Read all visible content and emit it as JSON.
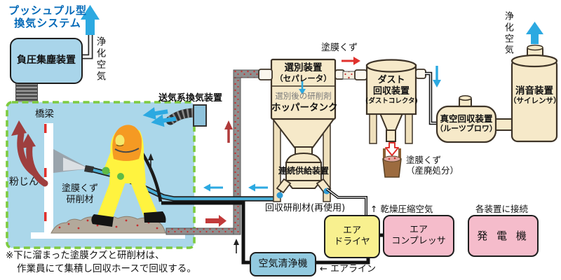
{
  "title": {
    "line1": "プッシュプル型",
    "line2": "換気システム"
  },
  "colors": {
    "accent_blue": "#0068B7",
    "work_area_fill": "#ABD7EA",
    "dash_green": "#7ECB3F",
    "cyan_arrow": "#2CA9E1",
    "equipment_beige": "#F6E9C9",
    "pink_box": "#F5BCCB",
    "yellow_box": "#F8F08F",
    "purifier_blue": "#92CAE0",
    "dark_red_arrow": "#9E3E3E",
    "red": "#E0312D",
    "suit_yellow": "#FFF33F",
    "hood_orange": "#F59A23"
  },
  "left_system": {
    "neg_pressure_collector": "負圧集塵装置",
    "clean_air": "浄化空気"
  },
  "work_area": {
    "bridge": "橋梁",
    "dust": "粉じん",
    "debris_line1": "塗膜くず",
    "debris_line2": "研削材",
    "supply_vent": "送気系換気装置"
  },
  "separator": {
    "name": "選別装置",
    "sub": "（セパレータ）",
    "after": "選別後の研削剤",
    "hopper": "ホッパータンク",
    "feeder": "連続供給装置",
    "chips": "塗膜くず"
  },
  "dust_collector": {
    "name1": "ダスト",
    "name2": "回収装置",
    "sub": "(ダストコレクタ)",
    "waste1": "塗膜くず",
    "waste2": "（産廃処分）"
  },
  "vacuum": {
    "name": "真空回収装置",
    "sub": "（ルーツブロワ）"
  },
  "silencer": {
    "name": "消音装置",
    "sub": "（サイレンサ）",
    "clean_air": "浄化空気"
  },
  "bottom": {
    "recovered": "回収研削材(再使用)",
    "dry_air": "↑ 乾燥圧縮空気",
    "dryer1": "エア",
    "dryer2": "ドライヤ",
    "comp1": "エア",
    "comp2": "コンプレッサ",
    "generator": "発 電 機",
    "gen_note": "各装置に接続",
    "purifier": "空気清浄機",
    "airline": "← エアライン"
  },
  "footnote": {
    "line1": "※下に溜まった塗膜クズと研削材は、",
    "line2": "作業員にて集積し回収ホースで回収する。"
  }
}
